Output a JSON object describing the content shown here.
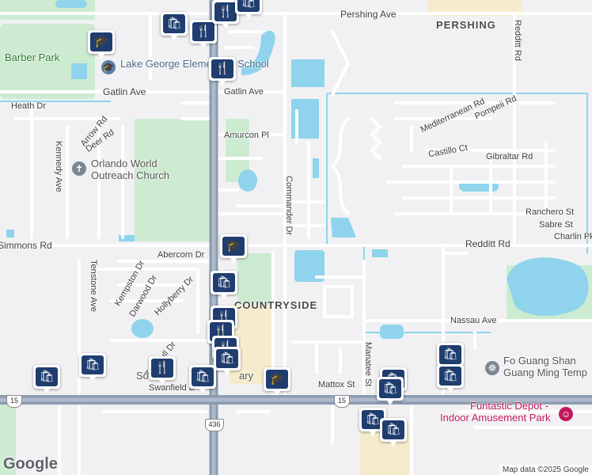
{
  "colors": {
    "water": "#8fd4ec",
    "park": "#cdebd1",
    "road": "#ffffff",
    "highway": "#8c9bb0",
    "pin": "#1f3d6e",
    "boundary": "#7ecfe8"
  },
  "area_labels": {
    "pershing": "PERSHING",
    "countryside": "COUNTRYSIDE"
  },
  "streets": {
    "pershing_ave": "Pershing Ave",
    "reddit_rd_v": "Redditt Rd",
    "gatlin_w": "Gatlin Ave",
    "gatlin_e": "Gatlin Ave",
    "heath": "Heath Dr",
    "arrow": "Arrow Rd",
    "deer": "Deer Rd",
    "amurcon": "Amurcon Pl",
    "kennedy": "Kennedy Ave",
    "mediterranean": "Mediterranean Rd",
    "pompeii": "Pompeii Rd",
    "castillo": "Castillo Ct",
    "gibraltar": "Gibraltar Rd",
    "commander": "Commander Dr",
    "simmons": "Simmons Rd",
    "abercorn": "Abercorn Dr",
    "ranchero": "Ranchero St",
    "sabre": "Sabre St",
    "charlin": "Charlin Pkwy",
    "redditt_h": "Redditt Rd",
    "tenstone": "Tenstone Ave",
    "kempston": "Kempston Dr",
    "darwood": "Darwood Dr",
    "hollyberry": "Hollyberry Dr",
    "nassau": "Nassau Ave",
    "turnbull": "Turnbull Dr",
    "swanfield": "Swanfield D",
    "mattox": "Mattox St",
    "manatee": "Manatee St"
  },
  "shields": {
    "sr15_w": "15",
    "sr15_e": "15",
    "sr436": "436"
  },
  "poi": {
    "barber_park": "Barber Park",
    "lake_george": "Lake George Elementary School",
    "orlando_world_1": "Orlando World",
    "orlando_world_2": "Outreach Church",
    "fo_guang_1": "Fo Guang Shan",
    "fo_guang_2": "Guang Ming Temp",
    "funtastic_1": "Funtastic Depot -",
    "funtastic_2": "Indoor Amusement Park",
    "south_library": "South Br",
    "library_suffix": "ary"
  },
  "pin_icons": {
    "shopping": "shopping-bag-icon",
    "restaurant": "fork-knife-icon",
    "school": "graduation-cap-icon"
  },
  "branding": {
    "logo": "Google",
    "attribution": "Map data ©2025 Google"
  }
}
